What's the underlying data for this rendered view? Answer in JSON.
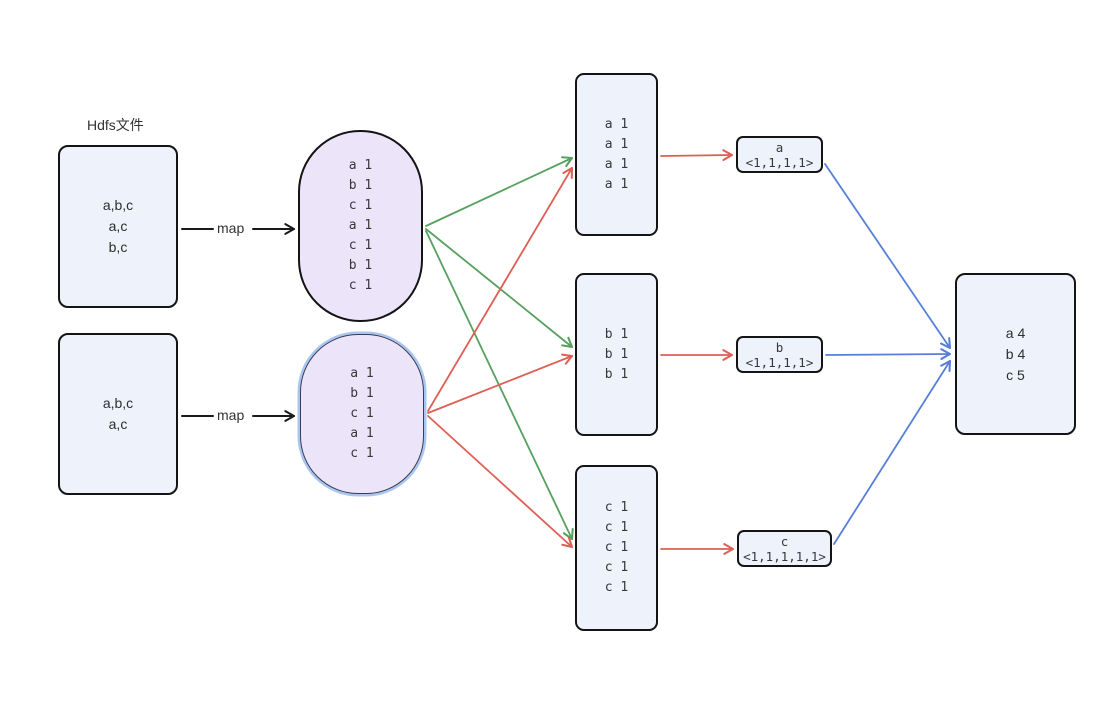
{
  "diagram": {
    "hdfs_label": "Hdfs文件",
    "map_labels": {
      "first": "map",
      "second": "map"
    },
    "input_files": [
      {
        "lines": [
          "a,b,c",
          "a,c",
          "b,c"
        ]
      },
      {
        "lines": [
          "a,b,c",
          "a,c"
        ]
      }
    ],
    "map_outputs": [
      {
        "lines": [
          "a 1",
          "b 1",
          "c 1",
          "a 1",
          "c 1",
          "b 1",
          "c 1"
        ]
      },
      {
        "lines": [
          "a 1",
          "b 1",
          "c 1",
          "a 1",
          "c 1"
        ]
      }
    ],
    "shuffle_groups": [
      {
        "lines": [
          "a 1",
          "a 1",
          "a 1",
          "a 1"
        ]
      },
      {
        "lines": [
          "b 1",
          "b 1",
          "b 1"
        ]
      },
      {
        "lines": [
          "c 1",
          "c 1",
          "c 1",
          "c 1",
          "c 1"
        ]
      }
    ],
    "merged_groups": [
      {
        "label": "a <1,1,1,1>"
      },
      {
        "label": "b <1,1,1,1>"
      },
      {
        "label": "c <1,1,1,1,1>"
      }
    ],
    "result": {
      "lines": [
        "a 4",
        "b 4",
        "c 5"
      ]
    }
  },
  "colors": {
    "arrow_black": "#1a1a1a",
    "arrow_green": "#57a05f",
    "arrow_red": "#dd5f55",
    "arrow_blue": "#577fd7",
    "node_fill": "#edf2fb",
    "map_output_fill": "#ece5fa",
    "node_border": "#141414",
    "highlight_ring": "#a8c6f0"
  }
}
